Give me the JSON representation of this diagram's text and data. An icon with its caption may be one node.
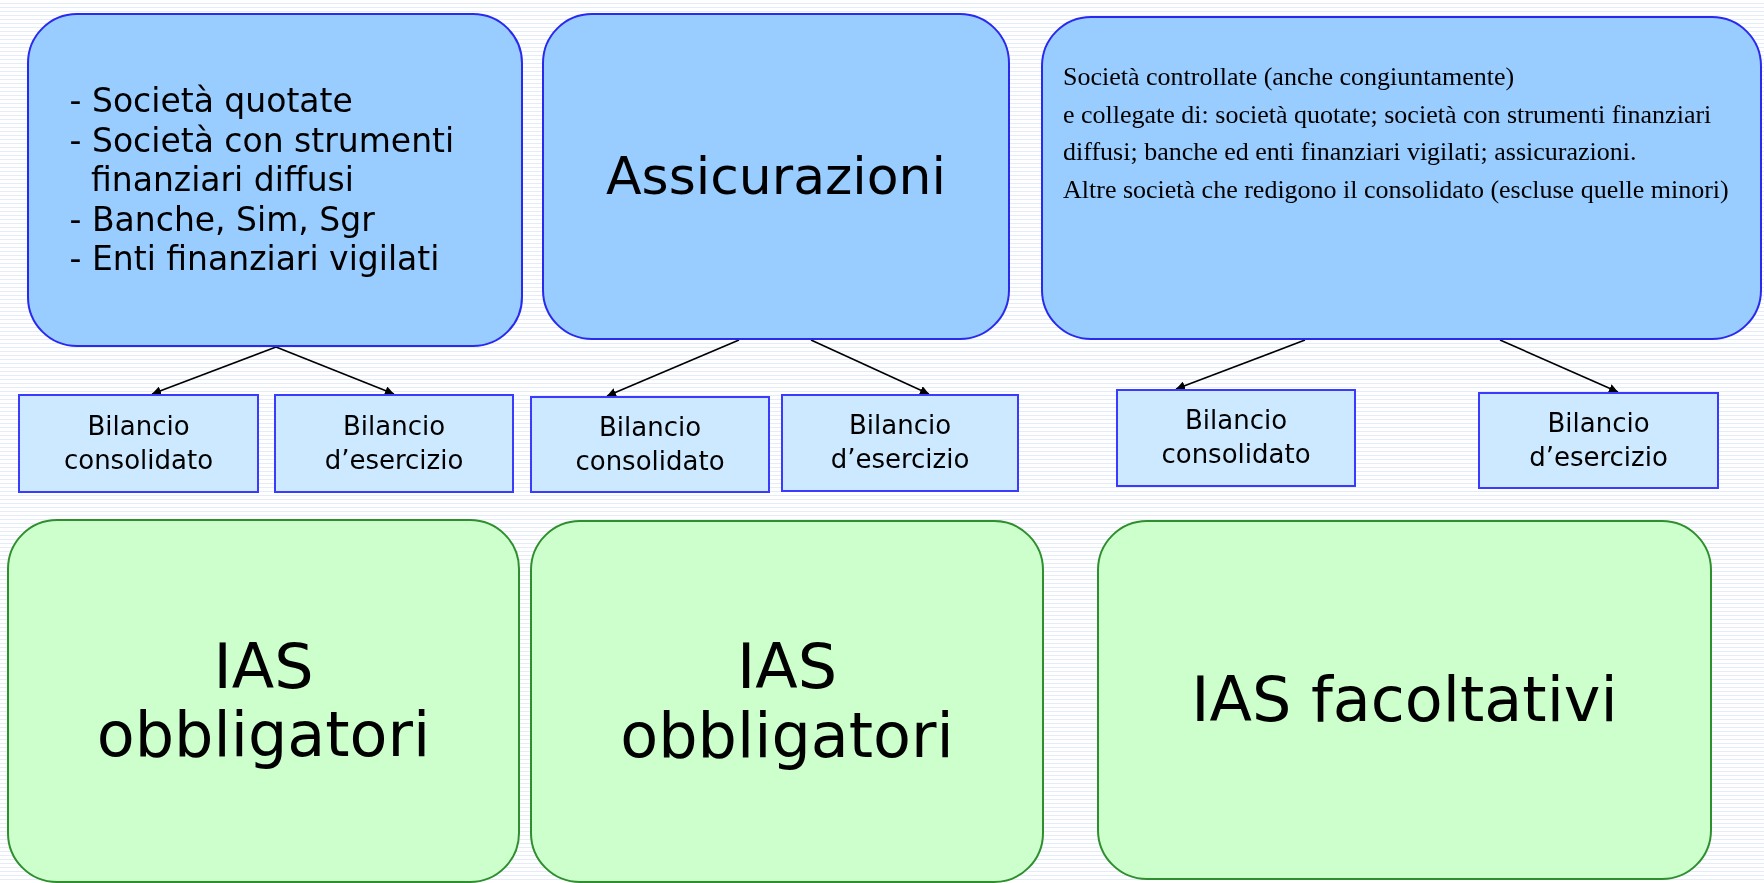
{
  "diagram": {
    "nodes": [
      {
        "text": [
          "- Società quotate",
          "- Società con strumenti finanziari diffusi",
          "- Banche, Sim, Sgr",
          "- Enti finanziari vigilati"
        ]
      },
      {
        "text": [
          "Assicurazioni"
        ]
      },
      {
        "text": [
          "Società controllate (anche congiuntamente)",
          "e collegate di: società quotate; società con strumenti finanziari diffusi; banche ed enti finanziari vigilati; assicurazioni.",
          "Altre società che redigono il consolidato (escluse quelle minori)"
        ]
      },
      {
        "text": [
          "Bilancio consolidato"
        ]
      },
      {
        "text": [
          "Bilancio d’esercizio"
        ]
      },
      {
        "text": [
          "Bilancio consolidato"
        ]
      },
      {
        "text": [
          "Bilancio d’esercizio"
        ]
      },
      {
        "text": [
          "Bilancio consolidato"
        ]
      },
      {
        "text": [
          "Bilancio d’esercizio"
        ]
      },
      {
        "text": [
          "IAS obbligatori"
        ]
      },
      {
        "text": [
          "IAS obbligatori"
        ]
      },
      {
        "text": [
          "IAS facoltativi"
        ]
      }
    ],
    "edges": [
      {
        "from": 0,
        "to": 3,
        "arrow": "to"
      },
      {
        "from": 0,
        "to": 4,
        "arrow": "to"
      },
      {
        "from": 1,
        "to": 5,
        "arrow": "to"
      },
      {
        "from": 1,
        "to": 6,
        "arrow": "to"
      },
      {
        "from": 2,
        "to": 7,
        "arrow": "to"
      },
      {
        "from": 2,
        "to": 8,
        "arrow": "to"
      }
    ]
  }
}
